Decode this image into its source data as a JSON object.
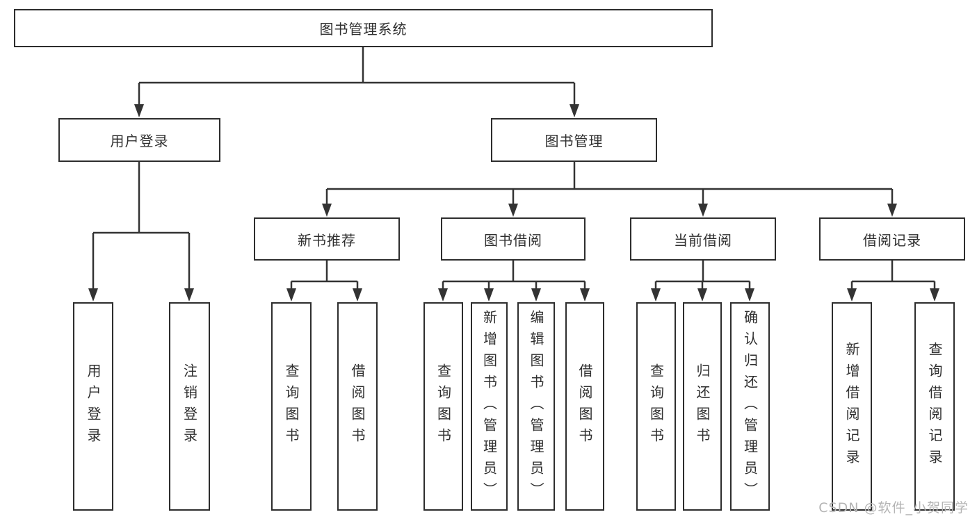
{
  "diagram": {
    "title": "图书管理系统",
    "type": "hierarchy-tree",
    "colors": {
      "line": "#333333",
      "box_border": "#2d2d2d",
      "text": "#2f2f2f",
      "background": "#ffffff",
      "watermark": "#b4b4b4"
    },
    "tree": {
      "root": {
        "label": "图书管理系统"
      },
      "level2": [
        {
          "label": "用户登录"
        },
        {
          "label": "图书管理"
        }
      ],
      "level3": [
        {
          "label": "新书推荐"
        },
        {
          "label": "图书借阅"
        },
        {
          "label": "当前借阅"
        },
        {
          "label": "借阅记录"
        }
      ],
      "leaves": {
        "user_login": [
          "用户登录",
          "注销登录"
        ],
        "new_book_recommend": [
          "查询图书",
          "借阅图书"
        ],
        "book_borrow": [
          "查询图书",
          "新增图书（管理员）",
          "编辑图书（管理员）",
          "借阅图书"
        ],
        "current_borrow": [
          "查询图书",
          "归还图书",
          "确认归还（管理员）"
        ],
        "borrow_records": [
          "新增借阅记录",
          "查询借阅记录"
        ]
      }
    },
    "watermark_text": "CSDN @软件_小贺同学"
  }
}
